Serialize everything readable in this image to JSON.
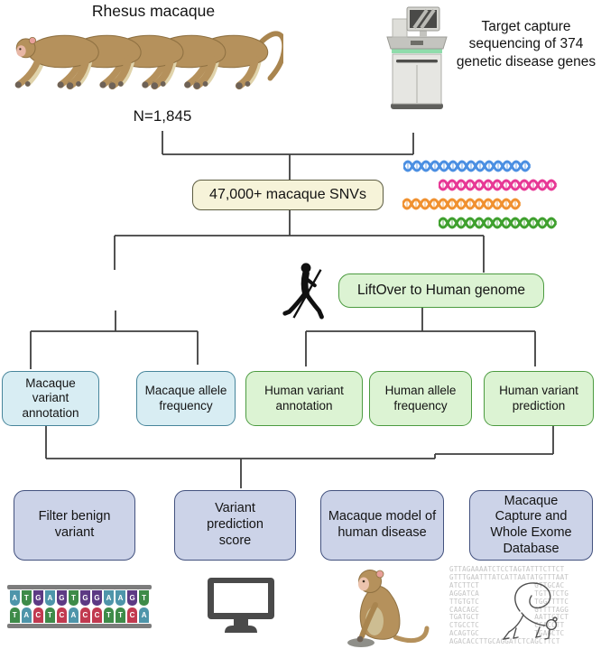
{
  "figure": {
    "population": {
      "title": "Rhesus macaque",
      "count": "N=1,845"
    },
    "sequencing": {
      "caption": "Target capture sequencing of 374 genetic disease genes"
    },
    "snv": {
      "label": "47,000+ macaque SNVs"
    },
    "liftover": {
      "label": "LiftOver to Human genome"
    },
    "macaque_branch": {
      "boxes": [
        "Macaque variant annotation",
        "Macaque allele frequency"
      ]
    },
    "human_branch": {
      "boxes": [
        "Human variant annotation",
        "Human allele frequency",
        "Human variant prediction"
      ]
    },
    "applications": {
      "boxes": [
        "Filter benign variant",
        "Variant prediction score",
        "Macaque model of human disease",
        "Macaque Capture and Whole Exome Database"
      ]
    }
  },
  "dna_ladder": {
    "pairs": [
      [
        "A",
        "T"
      ],
      [
        "T",
        "A"
      ],
      [
        "G",
        "C"
      ],
      [
        "A",
        "T"
      ],
      [
        "G",
        "C"
      ],
      [
        "T",
        "A"
      ],
      [
        "G",
        "C"
      ],
      [
        "G",
        "C"
      ],
      [
        "A",
        "T"
      ],
      [
        "A",
        "T"
      ],
      [
        "G",
        "C"
      ],
      [
        "T",
        "A"
      ]
    ],
    "base_colors": {
      "A": "#4e95aa",
      "T": "#3e8b49",
      "G": "#5d3a84",
      "C": "#c13a50"
    }
  },
  "sequence_panel": {
    "lines": [
      "GTTAGAAAATCTCCTAGTATTTCTTCT",
      "GTTTGAATTTATCATTAATATGTTTAAT",
      "ATCTTCT             GTTGCAC",
      "AGGATCA             TGTTTCTG",
      "TTGTGTC             TGGTTTTC",
      "CAACAGC             GTTTTAGG",
      "TGATGCT             AATTCTCT",
      "CTGCCTC             CCACCTT",
      "ACAGTGC             TGAGCTC",
      "AGACACCTTGCAGGATCTCAGCTTCT"
    ]
  },
  "helices": [
    {
      "name": "dna-helix-blue",
      "color": "#4b8fe2"
    },
    {
      "name": "dna-helix-pink",
      "color": "#e73895"
    },
    {
      "name": "dna-helix-orange",
      "color": "#f09130"
    },
    {
      "name": "dna-helix-green",
      "color": "#3fa02e"
    }
  ],
  "colors": {
    "connector": "#3f3f3f",
    "snv_fill": "#f6f3d9",
    "snv_border": "#5c5c40",
    "green_fill": "#dcf3d3",
    "green_border": "#4c9b40",
    "blue_fill": "#d8edf3",
    "blue_border": "#47859b",
    "purple_fill": "#ccd3e8",
    "purple_border": "#42517e",
    "macaque_tan": "#b5915c"
  }
}
